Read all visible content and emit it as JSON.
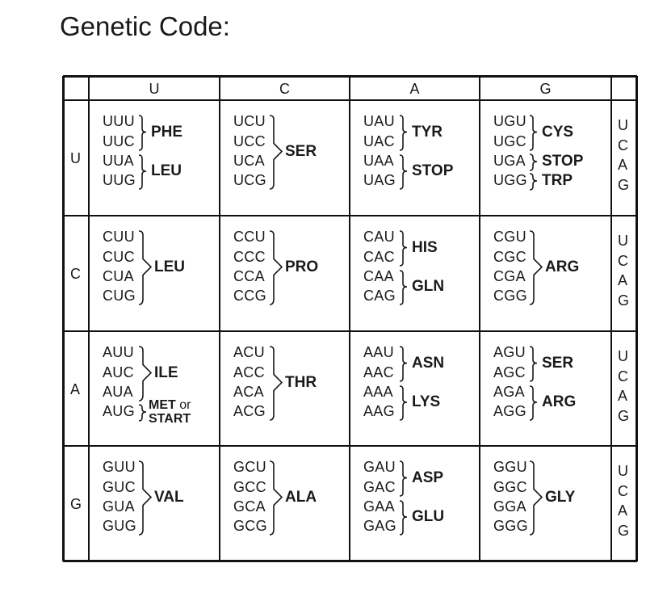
{
  "title": "Genetic Code:",
  "column_headers": [
    "U",
    "C",
    "A",
    "G"
  ],
  "row_headers": [
    "U",
    "C",
    "A",
    "G"
  ],
  "third_bases": [
    "U",
    "C",
    "A",
    "G"
  ],
  "cells": [
    [
      {
        "codons": [
          "UUU",
          "UUC",
          "UUA",
          "UUG"
        ],
        "groups": [
          {
            "rows": [
              0,
              1
            ],
            "aa": "PHE"
          },
          {
            "rows": [
              2,
              3
            ],
            "aa": "LEU"
          }
        ]
      },
      {
        "codons": [
          "UCU",
          "UCC",
          "UCA",
          "UCG"
        ],
        "groups": [
          {
            "rows": [
              0,
              3
            ],
            "aa": "SER"
          }
        ]
      },
      {
        "codons": [
          "UAU",
          "UAC",
          "UAA",
          "UAG"
        ],
        "groups": [
          {
            "rows": [
              0,
              1
            ],
            "aa": "TYR"
          },
          {
            "rows": [
              2,
              3
            ],
            "aa": "STOP"
          }
        ]
      },
      {
        "codons": [
          "UGU",
          "UGC",
          "UGA",
          "UGG"
        ],
        "groups": [
          {
            "rows": [
              0,
              1
            ],
            "aa": "CYS"
          },
          {
            "rows": [
              2,
              2
            ],
            "aa": "STOP"
          },
          {
            "rows": [
              3,
              3
            ],
            "aa": "TRP"
          }
        ]
      }
    ],
    [
      {
        "codons": [
          "CUU",
          "CUC",
          "CUA",
          "CUG"
        ],
        "groups": [
          {
            "rows": [
              0,
              3
            ],
            "aa": "LEU"
          }
        ]
      },
      {
        "codons": [
          "CCU",
          "CCC",
          "CCA",
          "CCG"
        ],
        "groups": [
          {
            "rows": [
              0,
              3
            ],
            "aa": "PRO"
          }
        ]
      },
      {
        "codons": [
          "CAU",
          "CAC",
          "CAA",
          "CAG"
        ],
        "groups": [
          {
            "rows": [
              0,
              1
            ],
            "aa": "HIS"
          },
          {
            "rows": [
              2,
              3
            ],
            "aa": "GLN"
          }
        ]
      },
      {
        "codons": [
          "CGU",
          "CGC",
          "CGA",
          "CGG"
        ],
        "groups": [
          {
            "rows": [
              0,
              3
            ],
            "aa": "ARG"
          }
        ]
      }
    ],
    [
      {
        "codons": [
          "AUU",
          "AUC",
          "AUA",
          "AUG"
        ],
        "groups": [
          {
            "rows": [
              0,
              2
            ],
            "aa": "ILE"
          },
          {
            "rows": [
              3,
              3
            ],
            "aa": "MET",
            "aa_or": "or",
            "aa2": "START"
          }
        ]
      },
      {
        "codons": [
          "ACU",
          "ACC",
          "ACA",
          "ACG"
        ],
        "groups": [
          {
            "rows": [
              0,
              3
            ],
            "aa": "THR"
          }
        ]
      },
      {
        "codons": [
          "AAU",
          "AAC",
          "AAA",
          "AAG"
        ],
        "groups": [
          {
            "rows": [
              0,
              1
            ],
            "aa": "ASN"
          },
          {
            "rows": [
              2,
              3
            ],
            "aa": "LYS"
          }
        ]
      },
      {
        "codons": [
          "AGU",
          "AGC",
          "AGA",
          "AGG"
        ],
        "groups": [
          {
            "rows": [
              0,
              1
            ],
            "aa": "SER"
          },
          {
            "rows": [
              2,
              3
            ],
            "aa": "ARG"
          }
        ]
      }
    ],
    [
      {
        "codons": [
          "GUU",
          "GUC",
          "GUA",
          "GUG"
        ],
        "groups": [
          {
            "rows": [
              0,
              3
            ],
            "aa": "VAL"
          }
        ]
      },
      {
        "codons": [
          "GCU",
          "GCC",
          "GCA",
          "GCG"
        ],
        "groups": [
          {
            "rows": [
              0,
              3
            ],
            "aa": "ALA"
          }
        ]
      },
      {
        "codons": [
          "GAU",
          "GAC",
          "GAA",
          "GAG"
        ],
        "groups": [
          {
            "rows": [
              0,
              1
            ],
            "aa": "ASP"
          },
          {
            "rows": [
              2,
              3
            ],
            "aa": "GLU"
          }
        ]
      },
      {
        "codons": [
          "GGU",
          "GGC",
          "GGA",
          "GGG"
        ],
        "groups": [
          {
            "rows": [
              0,
              3
            ],
            "aa": "GLY"
          }
        ]
      }
    ]
  ]
}
